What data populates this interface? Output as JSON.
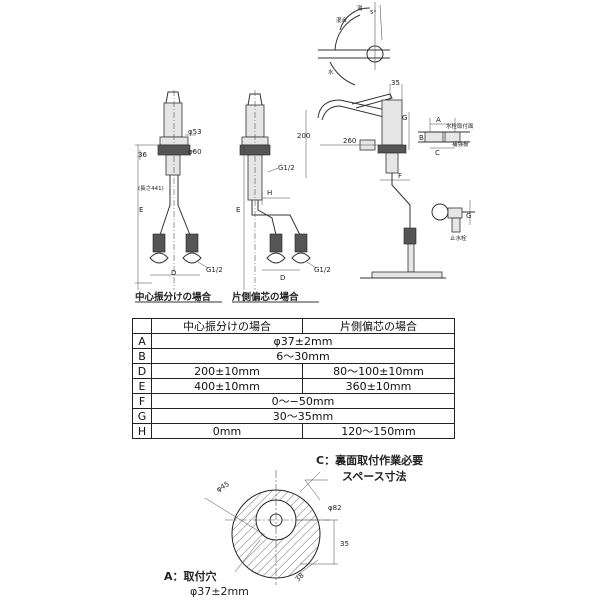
{
  "captions": {
    "center": "中心振分けの場合",
    "offset": "片側偏芯の場合"
  },
  "drawing_labels": {
    "phi53": "φ53",
    "phi60": "φ60",
    "d36": "36",
    "len441": "(長さ441)",
    "E": "E",
    "D": "D",
    "G12": "G1/2",
    "H": "H",
    "d35": "35",
    "d200": "200",
    "d260": "260",
    "A": "A",
    "B": "B",
    "C": "C",
    "F": "F",
    "G": "G",
    "hot": "湯",
    "cold": "水",
    "mix": "混合",
    "angle5": "5°",
    "counter_thickness": "水栓取付面",
    "reinforcement": "補強板",
    "stop_valve": "止水栓"
  },
  "table": {
    "headers": [
      "",
      "中心振分けの場合",
      "片側偏芯の場合"
    ],
    "rows": [
      {
        "key": "A",
        "merged": true,
        "value": "φ37±2mm"
      },
      {
        "key": "B",
        "merged": true,
        "value": "6〜30mm"
      },
      {
        "key": "D",
        "merged": false,
        "center": "200±10mm",
        "offset": "80〜100±10mm"
      },
      {
        "key": "E",
        "merged": false,
        "center": "400±10mm",
        "offset": "360±10mm"
      },
      {
        "key": "F",
        "merged": true,
        "value": "0〜−50mm"
      },
      {
        "key": "G",
        "merged": true,
        "value": "30〜35mm"
      },
      {
        "key": "H",
        "merged": false,
        "center": "0mm",
        "offset": "120〜150mm"
      }
    ]
  },
  "bottom": {
    "c_note_line1": "C：裏面取付作業必要",
    "c_note_line2": "スペース寸法",
    "a_note_line1": "A：取付穴",
    "a_note_line2": "φ37±2mm",
    "phi45": "φ45",
    "phi82": "φ82",
    "d35": "35",
    "d38": "38"
  }
}
